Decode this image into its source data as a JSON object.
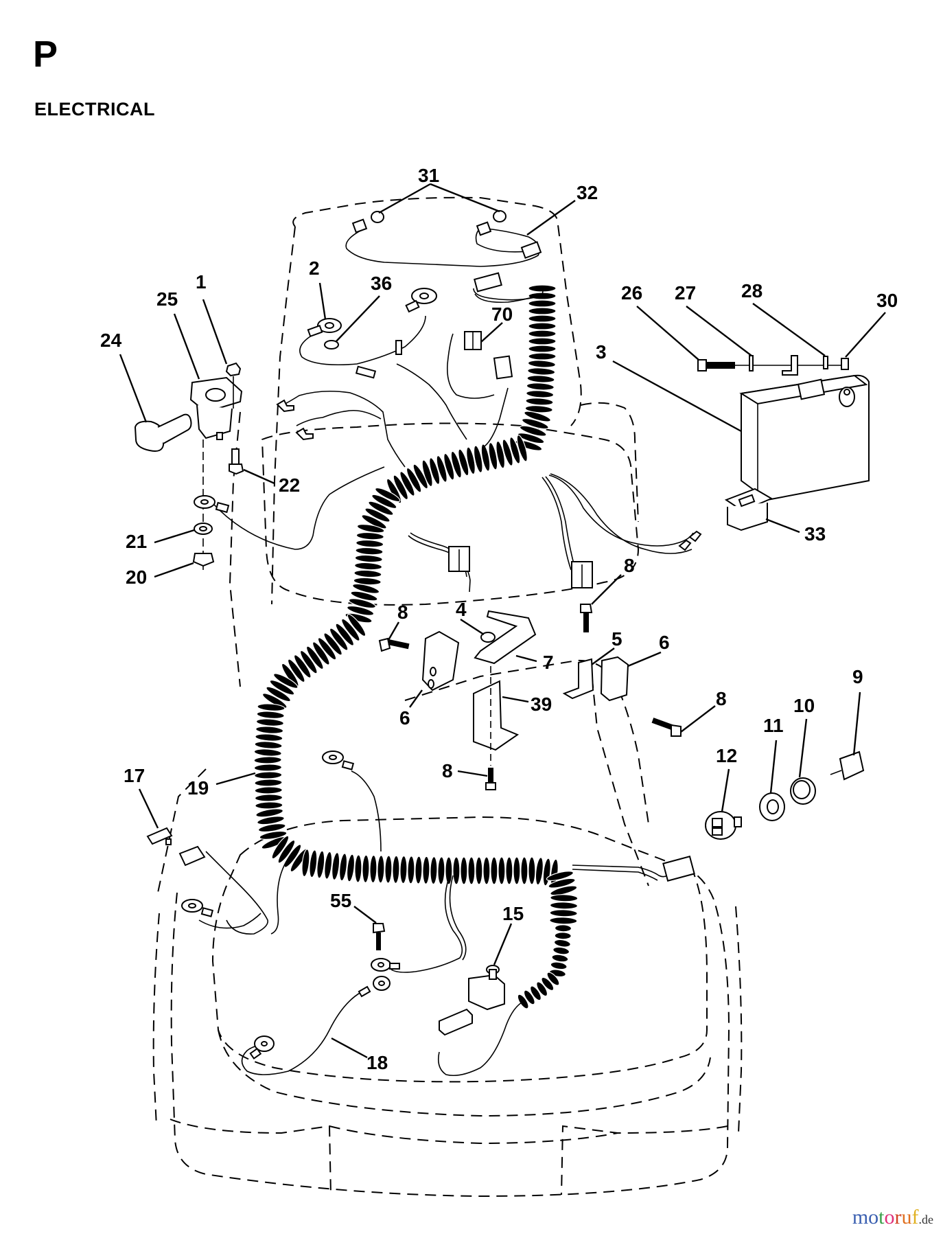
{
  "header": {
    "section_letter": "P",
    "section_title": "ELECTRICAL"
  },
  "diagram": {
    "callouts": [
      {
        "id": "31",
        "part": "bulb"
      },
      {
        "id": "32",
        "part": "headlight-harness"
      },
      {
        "id": "2",
        "part": "ground-terminal"
      },
      {
        "id": "36",
        "part": "lock-washer"
      },
      {
        "id": "70",
        "part": "connector"
      },
      {
        "id": "1",
        "part": "nut"
      },
      {
        "id": "25",
        "part": "solenoid"
      },
      {
        "id": "24",
        "part": "terminal-boot"
      },
      {
        "id": "22",
        "part": "bolt"
      },
      {
        "id": "21",
        "part": "washer"
      },
      {
        "id": "20",
        "part": "nut"
      },
      {
        "id": "26",
        "part": "bolt"
      },
      {
        "id": "27",
        "part": "washer"
      },
      {
        "id": "28",
        "part": "lock-washer"
      },
      {
        "id": "30",
        "part": "nut"
      },
      {
        "id": "3",
        "part": "battery"
      },
      {
        "id": "33",
        "part": "rocker-switch"
      },
      {
        "id": "8",
        "part": "screw"
      },
      {
        "id": "4",
        "part": "nut"
      },
      {
        "id": "5",
        "part": "bracket"
      },
      {
        "id": "6",
        "part": "interlock-switch"
      },
      {
        "id": "7",
        "part": "bracket"
      },
      {
        "id": "8",
        "part": "screw"
      },
      {
        "id": "6",
        "part": "interlock-switch"
      },
      {
        "id": "39",
        "part": "bracket"
      },
      {
        "id": "8",
        "part": "screw"
      },
      {
        "id": "8",
        "part": "screw"
      },
      {
        "id": "9",
        "part": "key"
      },
      {
        "id": "10",
        "part": "bezel"
      },
      {
        "id": "11",
        "part": "nut"
      },
      {
        "id": "12",
        "part": "ignition-switch"
      },
      {
        "id": "17",
        "part": "fuse"
      },
      {
        "id": "19",
        "part": "main-harness"
      },
      {
        "id": "55",
        "part": "bolt"
      },
      {
        "id": "15",
        "part": "seat-switch"
      },
      {
        "id": "18",
        "part": "ground-wire"
      }
    ]
  },
  "watermark": {
    "letters": [
      "m",
      "o",
      "t",
      "o",
      "r",
      "u",
      "f"
    ],
    "colors": [
      "#3a5fb0",
      "#3a5fb0",
      "#3aa04a",
      "#e0307a",
      "#d04020",
      "#e07020",
      "#e0b020"
    ],
    "tld": ".de"
  }
}
